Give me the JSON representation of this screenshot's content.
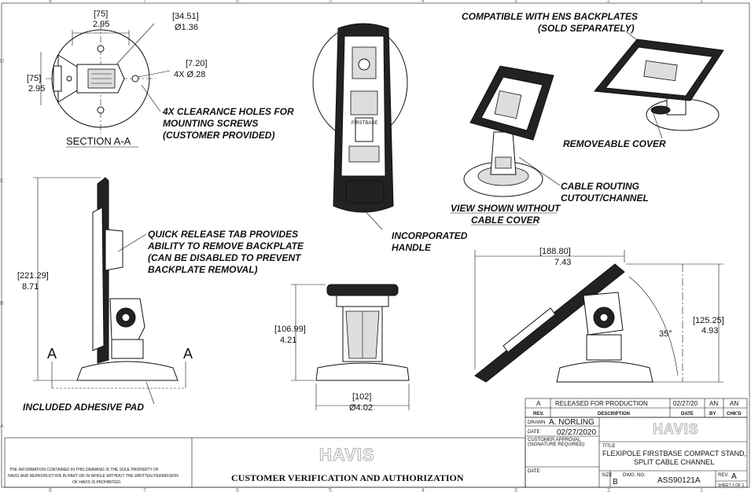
{
  "section_view": {
    "label": "SECTION A-A",
    "dim_top_bracket": "[75]",
    "dim_top_value": "2.95",
    "dim_left_bracket": "[75]",
    "dim_left_value": "2.95",
    "dim_dia_bracket": "[34.51]",
    "dim_dia_value": "Ø1.36",
    "dim_hole_bracket": "[7.20]",
    "dim_hole_value": "4X Ø.28"
  },
  "callouts": {
    "clearance_holes": [
      "4X CLEARANCE HOLES FOR",
      "MOUNTING SCREWS",
      "(CUSTOMER PROVIDED)"
    ],
    "compatible": [
      "COMPATIBLE WITH ENS BACKPLATES",
      "(SOLD SEPARATELY)"
    ],
    "removeable_cover": "REMOVEABLE COVER",
    "cable_routing": [
      "CABLE ROUTING",
      "CUTOUT/CHANNEL"
    ],
    "view_without": [
      "VIEW SHOWN WITHOUT",
      "CABLE COVER"
    ],
    "incorporated_handle": [
      "INCORPORATED",
      "HANDLE"
    ],
    "quick_release": [
      "QUICK RELEASE TAB PROVIDES",
      "ABILITY TO REMOVE BACKPLATE",
      "(CAN BE DISABLED TO PREVENT",
      "BACKPLATE REMOVAL)"
    ],
    "adhesive_pad": "INCLUDED ADHESIVE PAD"
  },
  "side_view": {
    "dim_bracket": "[221.29]",
    "dim_value": "8.71",
    "section_marker_left": "A",
    "section_marker_right": "A"
  },
  "front_view": {
    "height_bracket": "[106.99]",
    "height_value": "4.21",
    "base_bracket": "[102]",
    "base_value": "Ø4.02"
  },
  "profile_view": {
    "width_bracket": "[188.80]",
    "width_value": "7.43",
    "height_bracket": "[125.25]",
    "height_value": "4.93",
    "angle": "35°"
  },
  "revision_block": {
    "rev": "A",
    "description": "RELEASED FOR PRODUCTION",
    "date": "02/27/20",
    "by": "AN",
    "chkd": "AN",
    "headers": [
      "REV.",
      "DESCRIPTION",
      "DATE",
      "BY",
      "CHK'D"
    ]
  },
  "title_block": {
    "drawn_label": "DRAWN",
    "drawn_value": "A. NORLING",
    "date_label": "DATE",
    "date_value": "02/27/2020",
    "approval_label_1": "CUSTOMER APPROVAL",
    "approval_label_2": "(SIGNATURE REQUIRED):",
    "date_label_2": "DATE",
    "logo": "HAVIS",
    "title_label": "TITLE",
    "title_line_1": "FLEXIPOLE FIRSTBASE COMPACT STAND,",
    "title_line_2": "SPLIT CABLE CHANNEL",
    "size_label": "SIZE",
    "size_value": "B",
    "dwg_label": "DWG. NO.",
    "dwg_value": "ASS90121A",
    "rev_label": "REV.",
    "rev_value": "A",
    "sheet": "SHEET 1 OF 1"
  },
  "footer": {
    "disclaimer": [
      "THE INFORMATION CONTAINED IN THIS DRAWING IS THE SOLE PROPERTY OF",
      "HAVIS AND REPRODUCTION IN PART OR IN WHOLE WITHOUT THE WRITTEN PERMISSION",
      "OF HAVIS IS PROHIBITED."
    ],
    "logo": "HAVIS",
    "verification": "CUSTOMER  VERIFICATION AND AUTHORIZATION"
  },
  "grid": {
    "top": [
      "8",
      "7",
      "6",
      "5",
      "4",
      "3",
      "2",
      "1"
    ],
    "side": [
      "D",
      "C",
      "B",
      "A"
    ]
  }
}
